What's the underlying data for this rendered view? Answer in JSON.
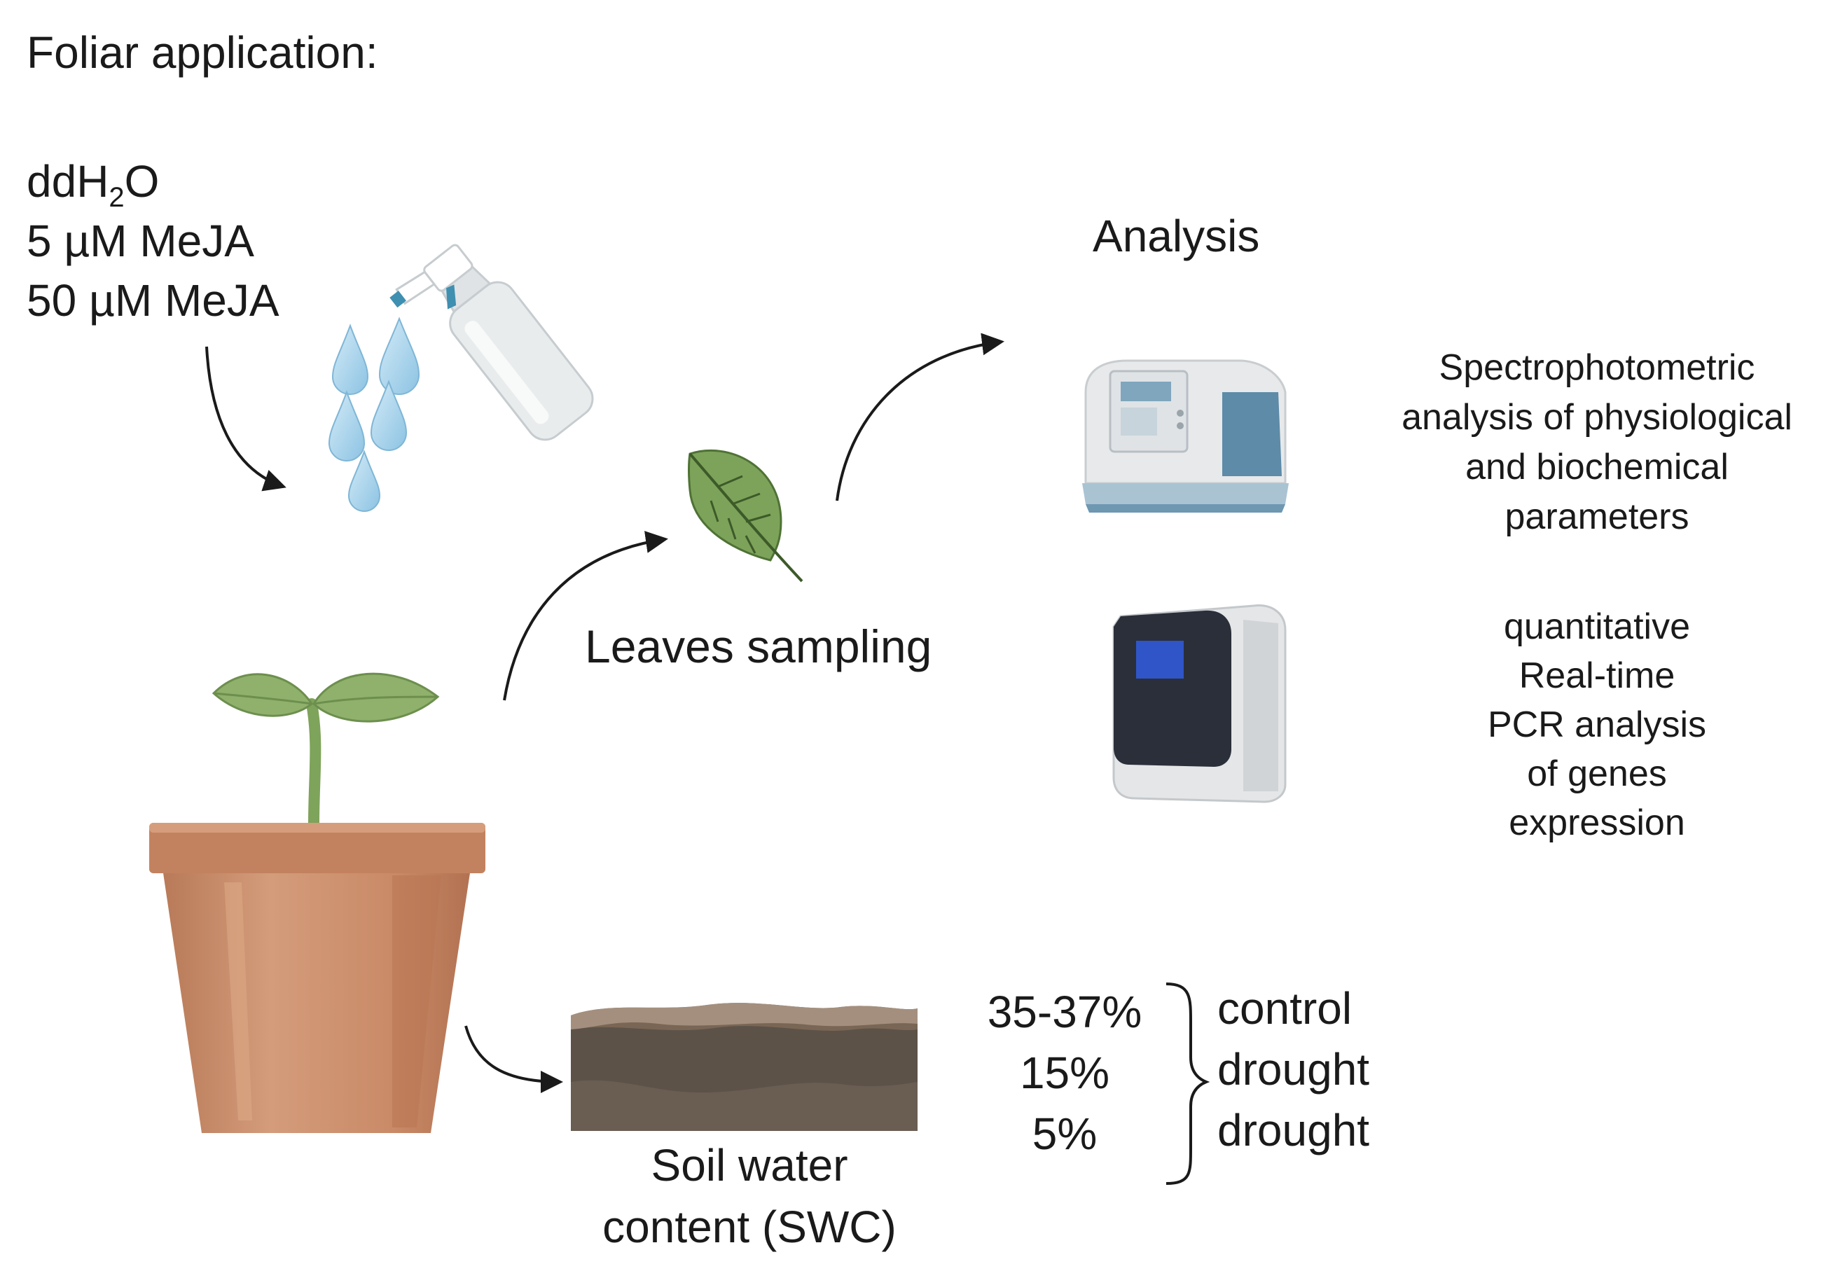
{
  "title": "Foliar application:",
  "treatments": {
    "water_prefix": "ddH",
    "water_sub": "2",
    "water_suffix": "O",
    "low": "5 µM MeJA",
    "high": "50 µM MeJA"
  },
  "leaves_label": "Leaves sampling",
  "analysis": {
    "heading": "Analysis",
    "spectro_lines": [
      "Spectrophotometric",
      "analysis of physiological",
      "and biochemical",
      "parameters"
    ],
    "pcr_lines": [
      "quantitative",
      "Real-time",
      "PCR analysis",
      "of genes",
      "expression"
    ]
  },
  "soil": {
    "label_lines": [
      "Soil water",
      "content (SWC)"
    ],
    "levels": [
      {
        "value": "35-37%",
        "condition": "control"
      },
      {
        "value": "15%",
        "condition": "drought"
      },
      {
        "value": "5%",
        "condition": "drought"
      }
    ]
  },
  "icons": [
    "spray-bottle-icon",
    "water-drop-icon",
    "leaf-icon",
    "seedling-icon",
    "flower-pot-icon",
    "spectrophotometer-icon",
    "pcr-machine-icon",
    "soil-layer-icon"
  ],
  "colors": {
    "pot": "#c98a67",
    "leaf": "#7da35a",
    "drop": "#a9d3ec",
    "spectro_accent": "#5d8ba8",
    "pcr_screen": "#2f55c8",
    "soil_dark": "#5c5248"
  }
}
